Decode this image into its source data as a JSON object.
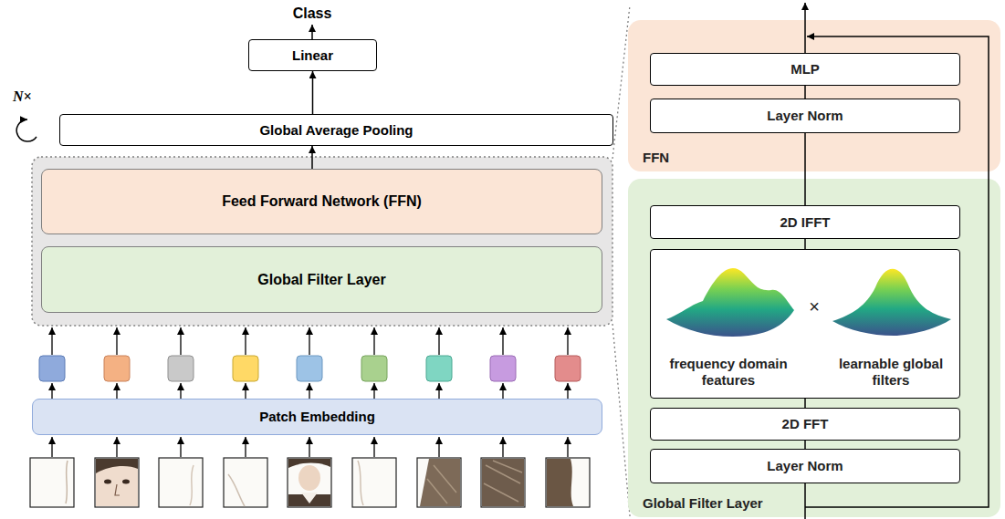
{
  "diagram": {
    "nodes": [
      {
        "text": [
          "Linear"
        ]
      },
      {
        "text": [
          "Global Average Pooling"
        ]
      },
      {
        "text": [
          "Feed Forward Network (FFN)"
        ]
      },
      {
        "text": [
          "Global Filter Layer"
        ]
      },
      {
        "text": [
          "Patch Embedding"
        ]
      },
      {
        "text": [
          "FFN"
        ]
      },
      {
        "text": [
          "MLP"
        ],
        "in": 5
      },
      {
        "text": [
          "Layer Norm"
        ],
        "in": 5
      },
      {
        "text": [
          "Global Filter Layer"
        ]
      },
      {
        "text": [
          "2D IFFT"
        ],
        "in": 8
      },
      {
        "text": [
          "frequency domain features",
          "×",
          "learnable global filters"
        ],
        "in": 8
      },
      {
        "text": [
          "2D FFT"
        ],
        "in": 8
      },
      {
        "text": [
          "Layer Norm"
        ],
        "in": 8
      }
    ],
    "edges": [
      {
        "from": 1,
        "to": 0,
        "arrow": "to"
      },
      {
        "from": 2,
        "to": 1,
        "arrow": "to"
      },
      {
        "from": 12,
        "to": 11,
        "arrow": "none"
      },
      {
        "from": 11,
        "to": 10,
        "arrow": "none"
      },
      {
        "from": 10,
        "to": 9,
        "arrow": "none"
      },
      {
        "from": 9,
        "to": 7,
        "arrow": "none"
      },
      {
        "from": 7,
        "to": 6,
        "arrow": "none"
      }
    ],
    "labels": [
      "Class",
      "N×"
    ]
  }
}
